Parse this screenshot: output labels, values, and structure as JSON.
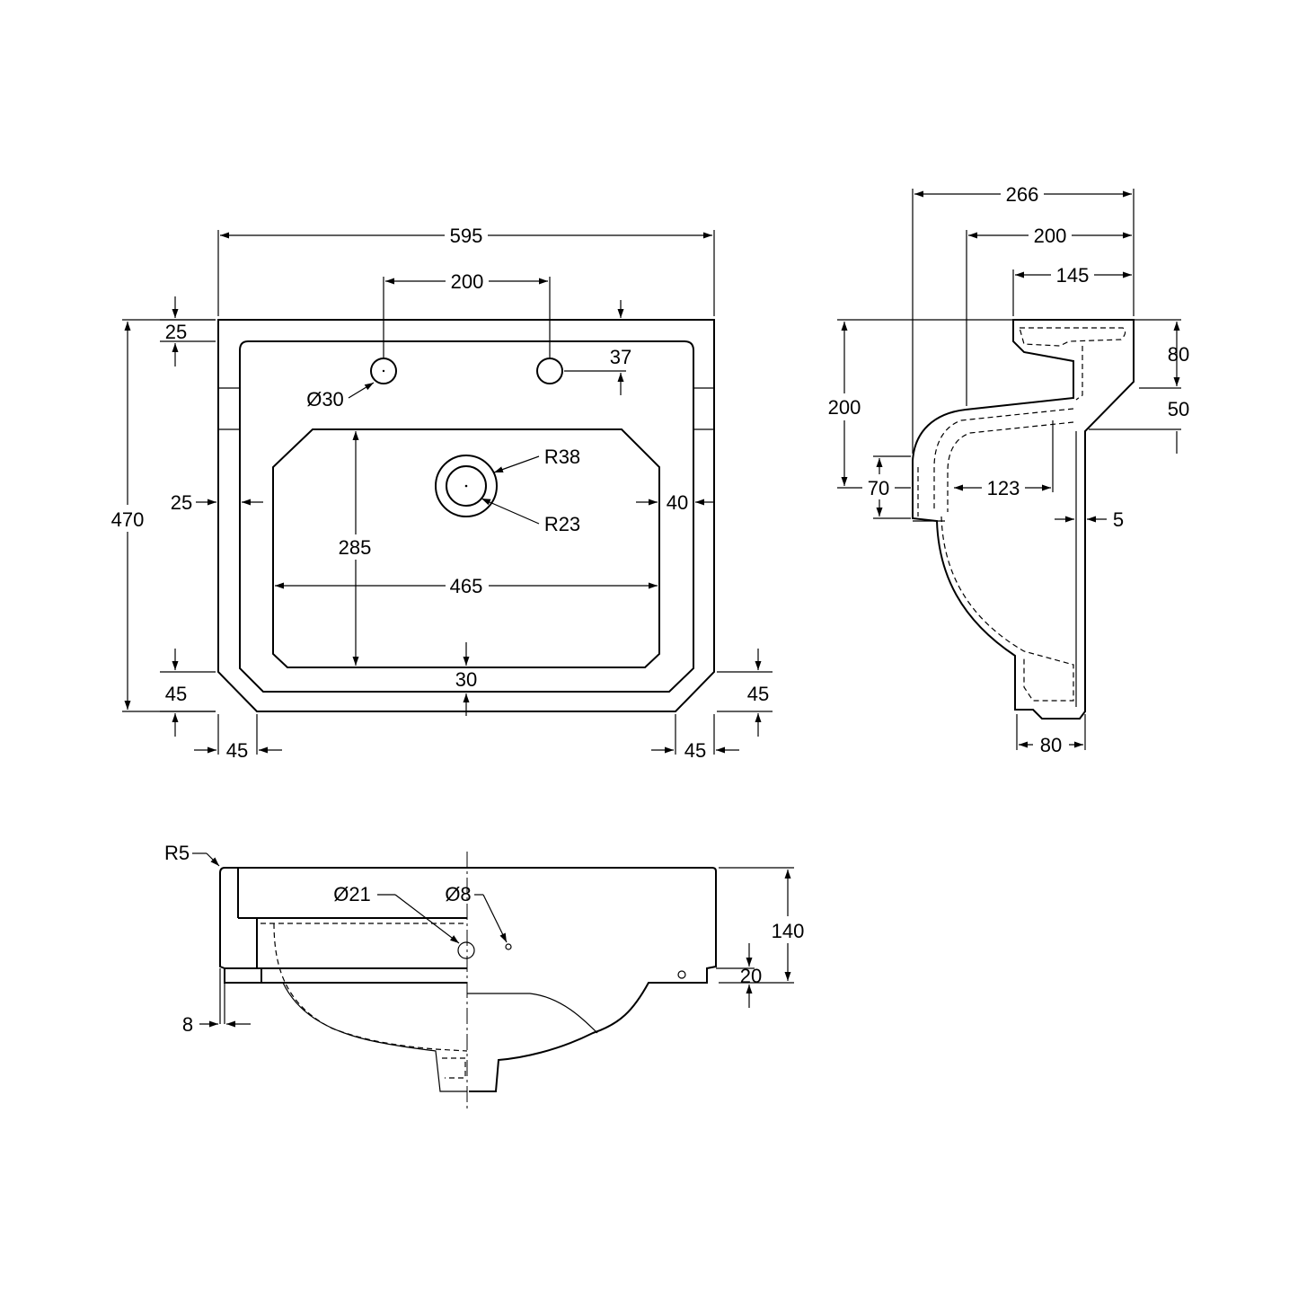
{
  "plan_view": {
    "overall_width": "595",
    "tap_spacing": "200",
    "back_edge": "25",
    "tap_offset": "37",
    "tap_hole": "Ø30",
    "waste_outer": "R38",
    "waste_inner": "R23",
    "overall_depth": "470",
    "left_rim": "25",
    "right_rim": "40",
    "bowl_depth": "285",
    "bowl_width": "465",
    "front_rim": "30",
    "corner_left_v": "45",
    "corner_right_v": "45",
    "corner_left_h": "45",
    "corner_right_h": "45"
  },
  "side_view": {
    "total_depth": "266",
    "depth_200": "200",
    "depth_145": "145",
    "bracket_height": "80",
    "bracket_lower": "50",
    "height_200": "200",
    "height_70": "70",
    "length_123": "123",
    "wall_5": "5",
    "base_80": "80"
  },
  "front_view": {
    "corner_radius": "R5",
    "overflow_diameter": "Ø21",
    "hole_diameter": "Ø8",
    "height_140": "140",
    "height_20": "20",
    "edge_8": "8"
  }
}
